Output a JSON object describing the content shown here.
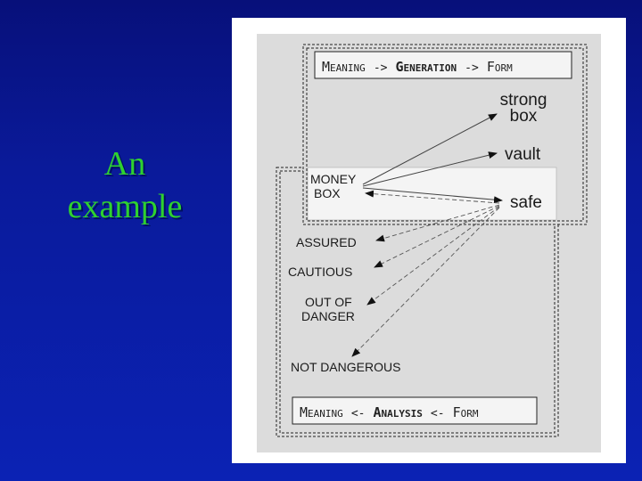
{
  "slide": {
    "title_line1": "An",
    "title_line2": "example"
  },
  "figure": {
    "generation_header": {
      "part1_cap": "M",
      "part1_rest": "EANING",
      "arrow1": "->",
      "part2_cap": "G",
      "part2_rest": "ENERATION",
      "arrow2": "->",
      "part3_cap": "F",
      "part3_rest": "ORM"
    },
    "analysis_header": {
      "part1_cap": "M",
      "part1_rest": "EANING",
      "arrow1": "<-",
      "part2_cap": "A",
      "part2_rest": "NALYSIS",
      "arrow2": "<-",
      "part3_cap": "F",
      "part3_rest": "ORM"
    },
    "source_concept": {
      "line1": "MONEY",
      "line2": "BOX"
    },
    "generated_words": {
      "strong_box_line1": "strong",
      "strong_box_line2": "box",
      "vault": "vault",
      "safe": "safe"
    },
    "analysis_concepts": {
      "assured": "ASSURED",
      "cautious": "CAUTIOUS",
      "out_of_danger_line1": "OUT OF",
      "out_of_danger_line2": "DANGER",
      "not_dangerous": "NOT DANGEROUS"
    }
  }
}
